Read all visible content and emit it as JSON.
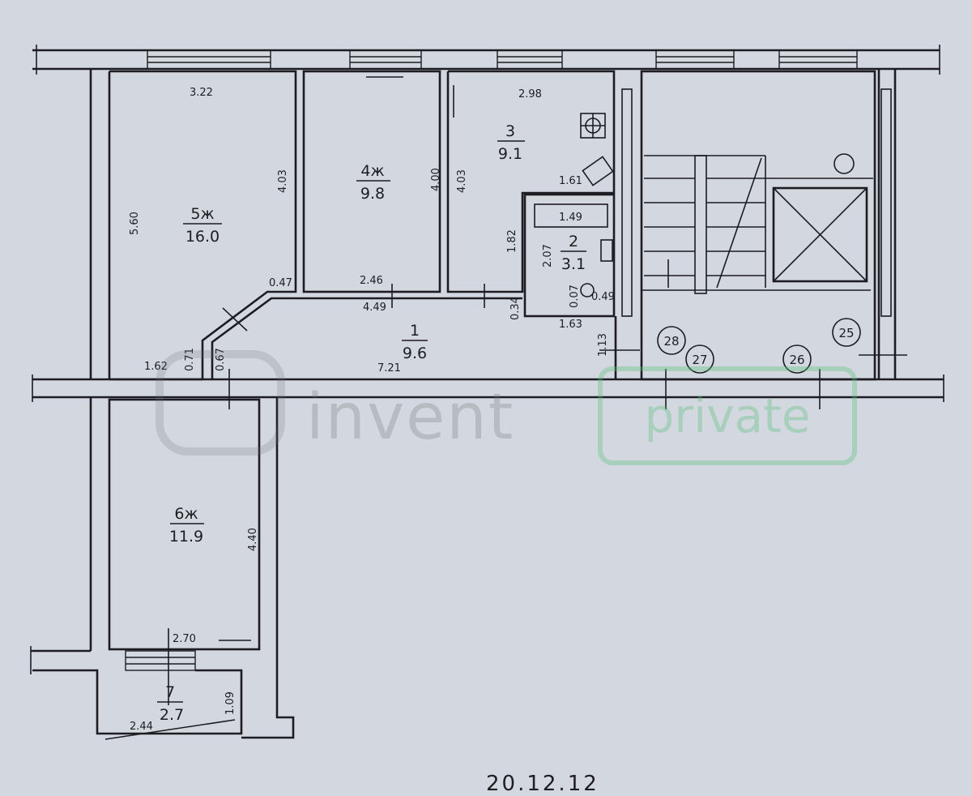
{
  "rooms": {
    "r1": {
      "num": "1",
      "area": "9.6"
    },
    "r2": {
      "num": "2",
      "area": "3.1"
    },
    "r3": {
      "num": "3",
      "area": "9.1"
    },
    "r4": {
      "num": "4ж",
      "area": "9.8"
    },
    "r5": {
      "num": "5ж",
      "area": "16.0"
    },
    "r6": {
      "num": "6ж",
      "area": "11.9"
    },
    "r7": {
      "num": "7",
      "area": "2.7"
    }
  },
  "dims": {
    "d322": "3.22",
    "d560": "5.60",
    "d403a": "4.03",
    "d400": "4.00",
    "d403b": "4.03",
    "d298": "2.98",
    "d161": "1.61",
    "d149": "1.49",
    "d182": "1.82",
    "d207": "2.07",
    "d047": "0.47",
    "d246": "2.46",
    "d449": "4.49",
    "d034": "0.34",
    "d007": "0.07",
    "d049": "0.49",
    "d163": "1.63",
    "d113": "1.13",
    "d162": "1.62",
    "d071": "0.71",
    "d067": "0.67",
    "d721": "7.21",
    "d440": "4.40",
    "d270": "2.70",
    "d244": "2.44",
    "d109": "1.09"
  },
  "markers": {
    "m25": "25",
    "m26": "26",
    "m27": "27",
    "m28": "28"
  },
  "watermark": {
    "brand": "invent",
    "stamp": "private"
  },
  "footer": {
    "date": "20.12.12"
  }
}
